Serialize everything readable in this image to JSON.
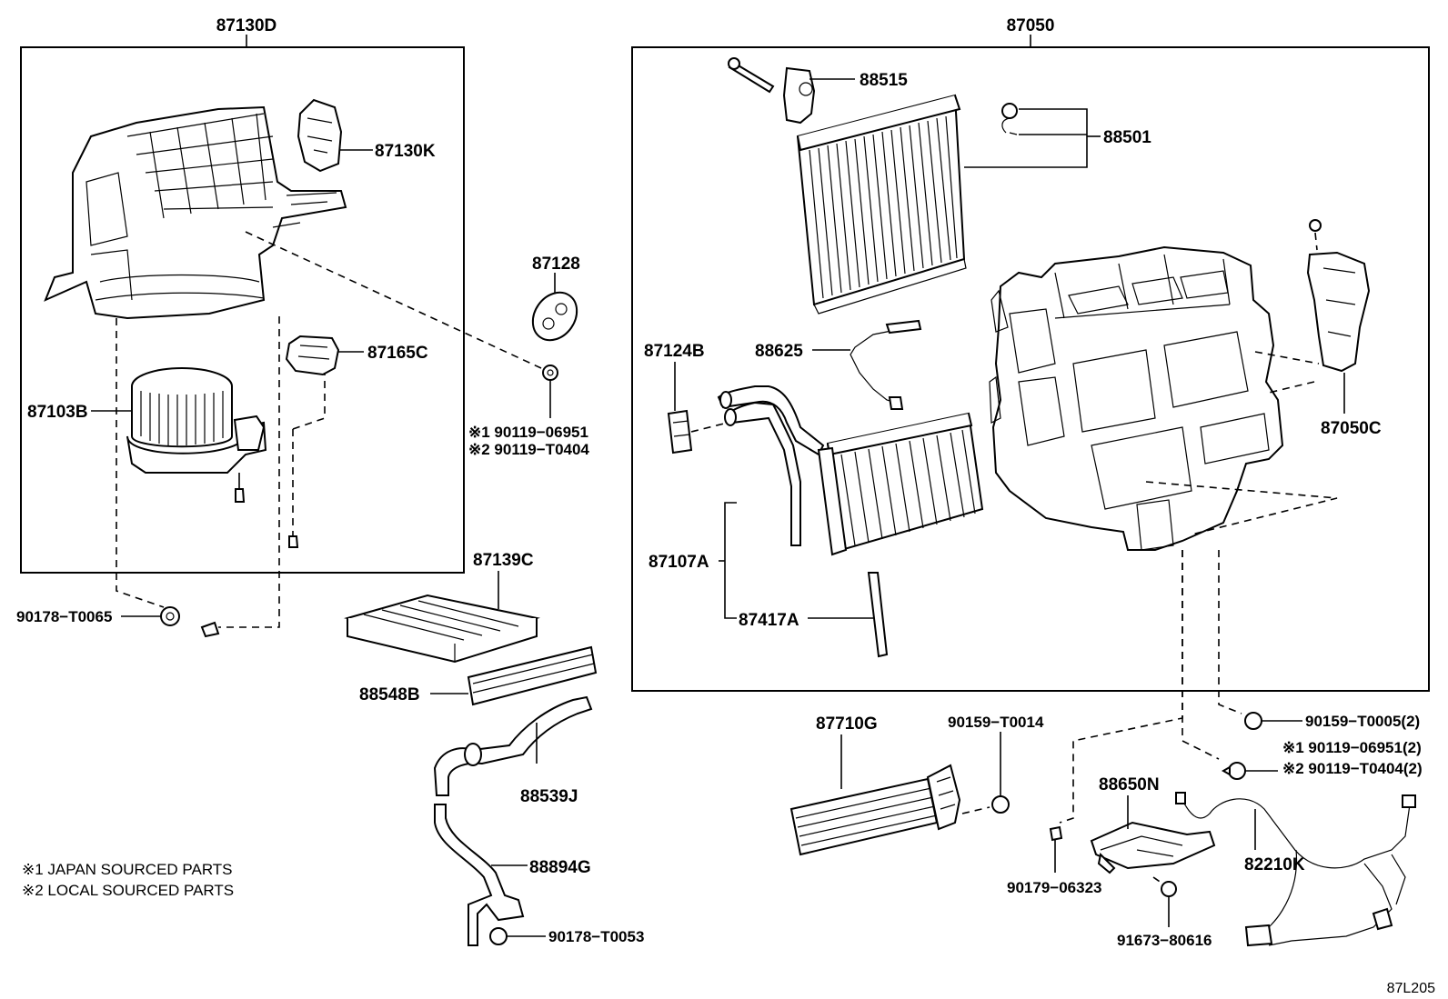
{
  "assemblies": {
    "left_box_label": "87130D",
    "right_box_label": "87050"
  },
  "parts": {
    "p87130K": "87130K",
    "p87165C": "87165C",
    "p87103B": "87103B",
    "p87128": "87128",
    "p90119_06951": "※1 90119−06951",
    "p90119_T0404": "※2 90119−T0404",
    "p90178_T0065": "90178−T0065",
    "p87139C": "87139C",
    "p88548B": "88548B",
    "p88539J": "88539J",
    "p88894G": "88894G",
    "p90178_T0053": "90178−T0053",
    "p88515": "88515",
    "p88501": "88501",
    "p88625": "88625",
    "p87124B": "87124B",
    "p87050C": "87050C",
    "p87107A": "87107A",
    "p87417A": "87417A",
    "p87710G": "87710G",
    "p90159_T0014": "90159−T0014",
    "p90159_T0005": "90159−T0005(2)",
    "p90119_06951_2": "※1 90119−06951(2)",
    "p90119_T0404_2": "※2 90119−T0404(2)",
    "p88650N": "88650N",
    "p82210K": "82210K",
    "p90179_06323": "90179−06323",
    "p91673_80616": "91673−80616"
  },
  "notes": {
    "japan": "※1 JAPAN SOURCED PARTS",
    "local": "※2 LOCAL SOURCED PARTS"
  },
  "figure_code": "87L205"
}
